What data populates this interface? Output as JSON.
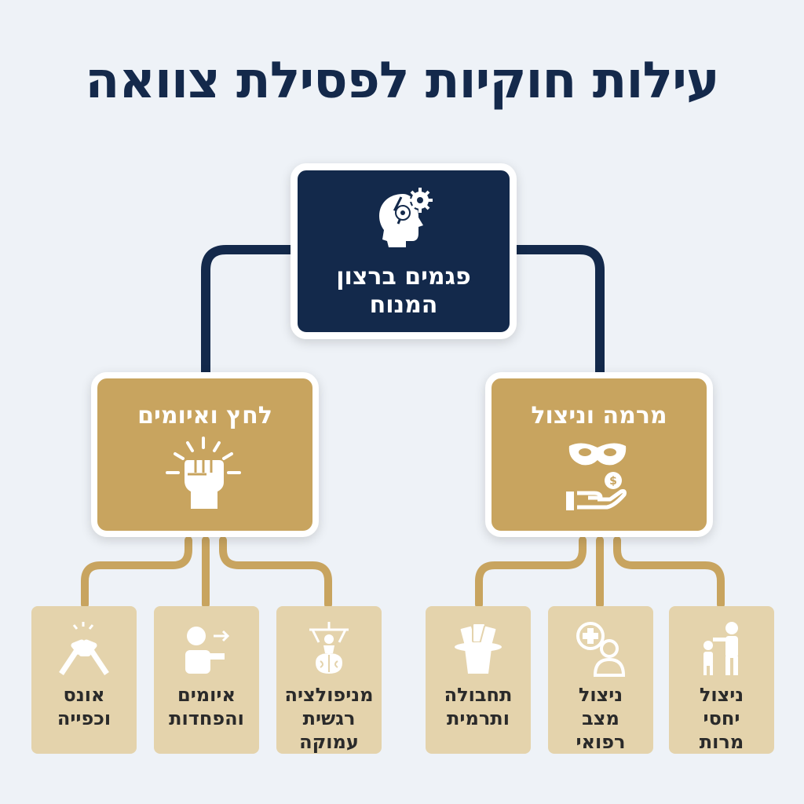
{
  "title": "עילות חוקיות לפסילת צוואה",
  "root": {
    "line1": "פגמים ברצון",
    "line2": "המנוח",
    "icon": "head-gears-icon"
  },
  "branches": [
    {
      "label": "לחץ ואיומים",
      "icon": "fist-icon",
      "leaves": [
        {
          "lines": [
            "מניפולציה",
            "רגשית",
            "עמוקה"
          ],
          "icon": "puppet-brain-icon"
        },
        {
          "lines": [
            "איומים",
            "והפחדות"
          ],
          "icon": "threat-person-icon"
        },
        {
          "lines": [
            "אונס",
            "וכפייה"
          ],
          "icon": "grip-hands-icon"
        }
      ]
    },
    {
      "label": "מרמה וניצול",
      "icon": "mask-money-icon",
      "leaves": [
        {
          "lines": [
            "ניצול",
            "יחסי",
            "מרות"
          ],
          "icon": "adult-child-icon"
        },
        {
          "lines": [
            "ניצול",
            "מצב",
            "רפואי"
          ],
          "icon": "medical-person-icon"
        },
        {
          "lines": [
            "תחבולה",
            "ותרמית"
          ],
          "icon": "magic-hat-icon"
        }
      ]
    }
  ],
  "colors": {
    "navy": "#13294b",
    "gold": "#c8a45f",
    "leaf": "#e4d3ac",
    "background": "#eef2f7"
  }
}
